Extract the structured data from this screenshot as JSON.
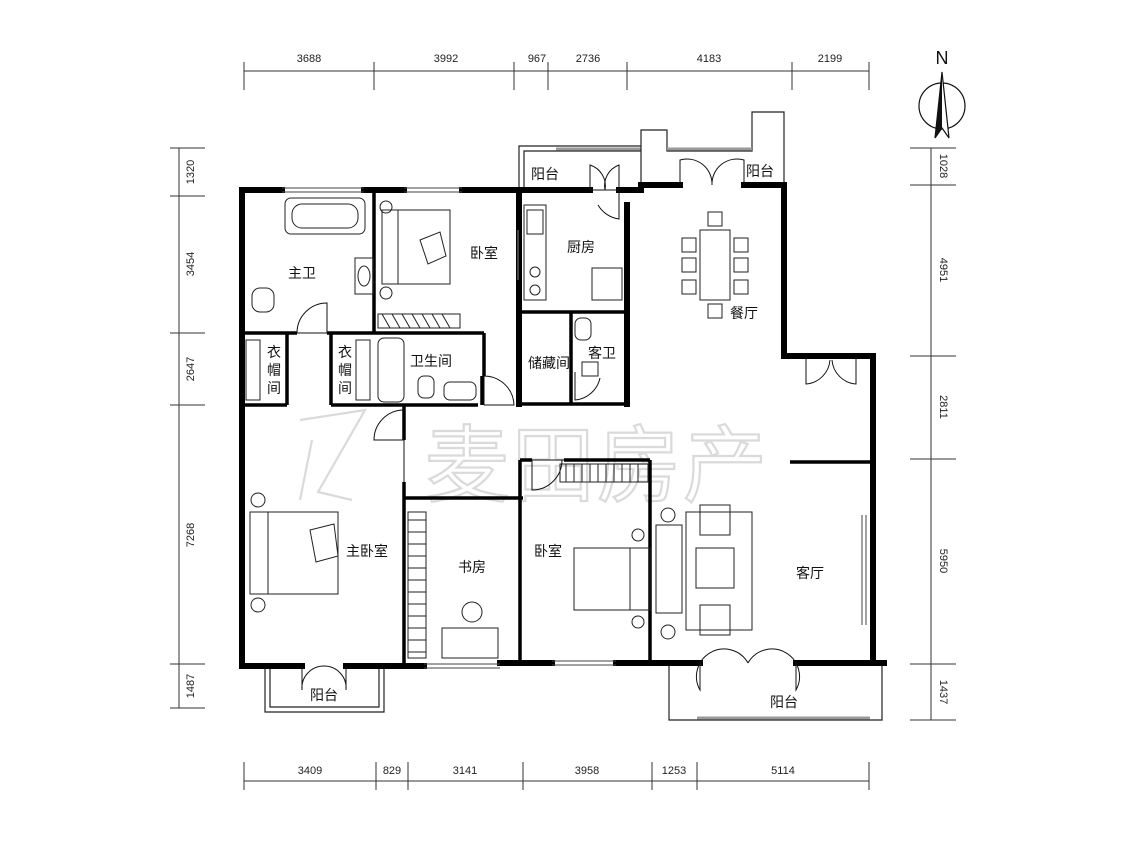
{
  "north_label": "N",
  "watermark": "麦田房产",
  "rooms": {
    "master_bath": "主卫",
    "bedroom_top": "卧室",
    "kitchen": "厨房",
    "balcony_top_left": "阳台",
    "balcony_top_right": "阳台",
    "dining": "餐厅",
    "closet_left_1": "衣",
    "closet_left_2": "帽",
    "closet_left_3": "间",
    "closet_right_1": "衣",
    "closet_right_2": "帽",
    "closet_right_3": "间",
    "bathroom": "卫生间",
    "storage": "储藏间",
    "guest_bath": "客卫",
    "master_bedroom": "主卧室",
    "study": "书房",
    "bedroom_bottom": "卧室",
    "living": "客厅",
    "balcony_bottom_left": "阳台",
    "balcony_bottom_right": "阳台"
  },
  "dimensions": {
    "top": [
      "3688",
      "3992",
      "967",
      "2736",
      "4183",
      "2199"
    ],
    "bottom": [
      "3409",
      "829",
      "3141",
      "3958",
      "1253",
      "5114"
    ],
    "left": [
      "1320",
      "3454",
      "2647",
      "7268",
      "1487"
    ],
    "right": [
      "1028",
      "4951",
      "2811",
      "5950",
      "1437"
    ]
  }
}
